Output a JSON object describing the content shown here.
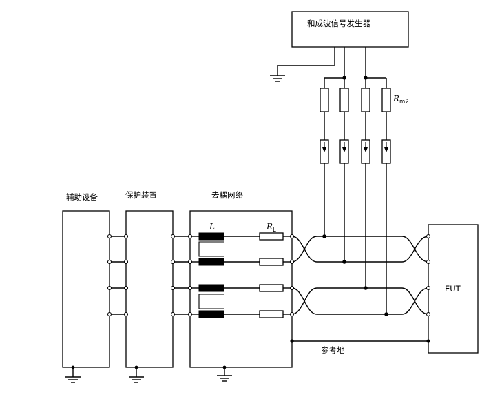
{
  "generator": {
    "label": "和成波信号发生器"
  },
  "blocks": {
    "aux": "辅助设备",
    "protect": "保护装置",
    "decouple": "去耦网络",
    "eut": "EUT"
  },
  "components": {
    "inductor": "L",
    "resistor_main": "R",
    "resistor_sub": "L",
    "rm_main": "R",
    "rm_sub": "m2"
  },
  "ground_label": "参考地"
}
